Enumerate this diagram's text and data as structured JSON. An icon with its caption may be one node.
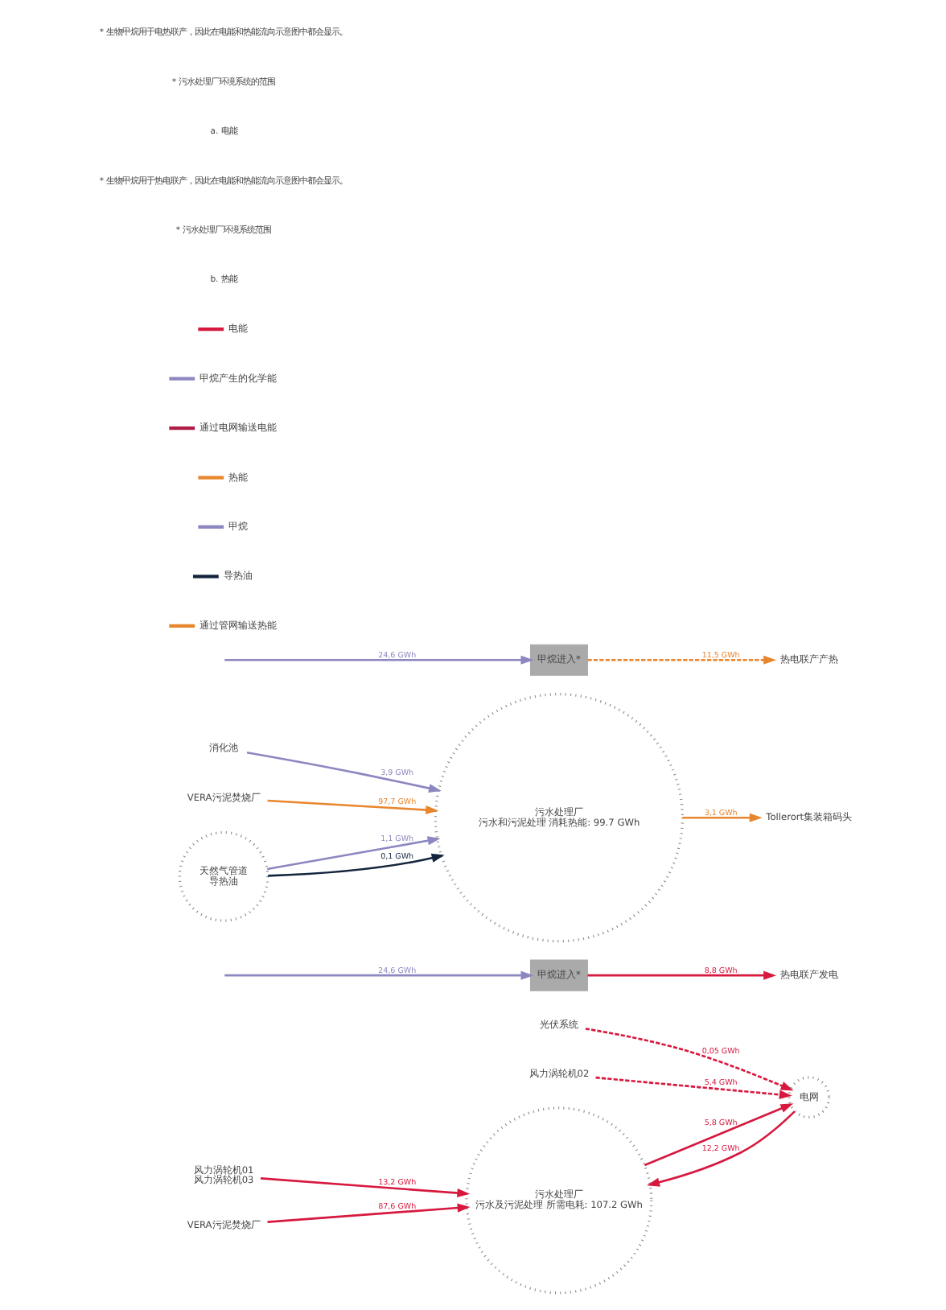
{
  "diagram": {
    "nodes": [
      {
        "text": [
          "污水处理厂",
          "污水及污泥处理 所需电耗: 107.2 GWh"
        ]
      },
      {
        "text": [
          "风力涡轮机01",
          "风力涡轮机03"
        ]
      },
      {
        "text": [
          "VERA污泥焚烧厂"
        ]
      },
      {
        "text": [
          "甲烷进入*"
        ]
      },
      {
        "text": [
          "热电联产发电"
        ]
      },
      {
        "text": [
          "电网"
        ]
      },
      {
        "text": [
          "光伏系统"
        ]
      },
      {
        "text": [
          "风力涡轮机02"
        ]
      },
      {
        "text": [
          "污水处理厂",
          "污水和污泥处理 消耗热能: 99.7 GWh"
        ]
      },
      {
        "text": [
          "消化池"
        ]
      },
      {
        "text": [
          "VERA污泥焚烧厂"
        ]
      },
      {
        "text": [
          "甲烷进入*"
        ]
      },
      {
        "text": [
          "热电联产产热"
        ]
      },
      {
        "text": [
          "天然气管道",
          "导热油"
        ]
      },
      {
        "text": [
          "Tollerort集装箱码头"
        ]
      }
    ],
    "edges": [
      {
        "from": 1,
        "to": 0,
        "arrow": "to",
        "label": "13,2 GWh"
      },
      {
        "from": 2,
        "to": 0,
        "arrow": "to",
        "label": "87,6 GWh"
      },
      {
        "from": null,
        "to": 3,
        "arrow": "to",
        "label": "24,6 GWh",
        "color": "#8c87c0"
      },
      {
        "from": 3,
        "to": 4,
        "arrow": "to",
        "label": "8,8 GWh"
      },
      {
        "from": 5,
        "to": 0,
        "arrow": "to",
        "label": "12,2 GWh"
      },
      {
        "from": 0,
        "to": 5,
        "arrow": "to",
        "label": "5,8 GWh"
      },
      {
        "from": 6,
        "to": 5,
        "arrow": "to",
        "label": "0,05 GWh",
        "style": "dashed"
      },
      {
        "from": 7,
        "to": 5,
        "arrow": "to",
        "label": "5,4 GWh",
        "style": "dashed"
      },
      {
        "from": null,
        "to": 11,
        "arrow": "to",
        "label": "24,6 GWh",
        "color": "#8c87c0"
      },
      {
        "from": 11,
        "to": 12,
        "arrow": "to",
        "label": "11,5 GWh",
        "style": "dashed",
        "color": "#e8862d"
      },
      {
        "from": 9,
        "to": 8,
        "arrow": "to",
        "label": "3,9 GWh",
        "color": "#8c87c0"
      },
      {
        "from": 10,
        "to": 8,
        "arrow": "to",
        "label": "97,7 GWh",
        "color": "#e8862d"
      },
      {
        "from": 13,
        "to": 8,
        "arrow": "to",
        "label": "1,1 GWh",
        "color": "#8c87c0"
      },
      {
        "from": 13,
        "to": 8,
        "arrow": "to",
        "label": "0,1 GWh",
        "color": "#13253d"
      },
      {
        "from": 8,
        "to": 14,
        "arrow": "to",
        "label": "3,1 GWh",
        "color": "#e8862d"
      }
    ],
    "labels": [
      "* 生物甲烷用于电热联产，因此在电能和热能流向示意图中都会显示。",
      "* 污水处理厂环境系统的范围",
      "a. 电能",
      "* 生物甲烷用于热电联产，因此在电能和热能流向示意图中都会显示。",
      "* 污水处理厂环境系统范围",
      "b. 热能"
    ],
    "legend": [
      {
        "text": "电能",
        "color": "#d7193f"
      },
      {
        "text": "甲烷产生的化学能",
        "color": "#8c87c0"
      },
      {
        "text": "通过电网输送电能",
        "color": "#b01c45"
      },
      {
        "text": "热能",
        "color": "#e8862d"
      },
      {
        "text": "甲烷",
        "color": "#8c87c0"
      },
      {
        "text": "导热油",
        "color": "#13253d"
      },
      {
        "text": "通过管网输送热能",
        "color": "#e8862d"
      }
    ]
  }
}
